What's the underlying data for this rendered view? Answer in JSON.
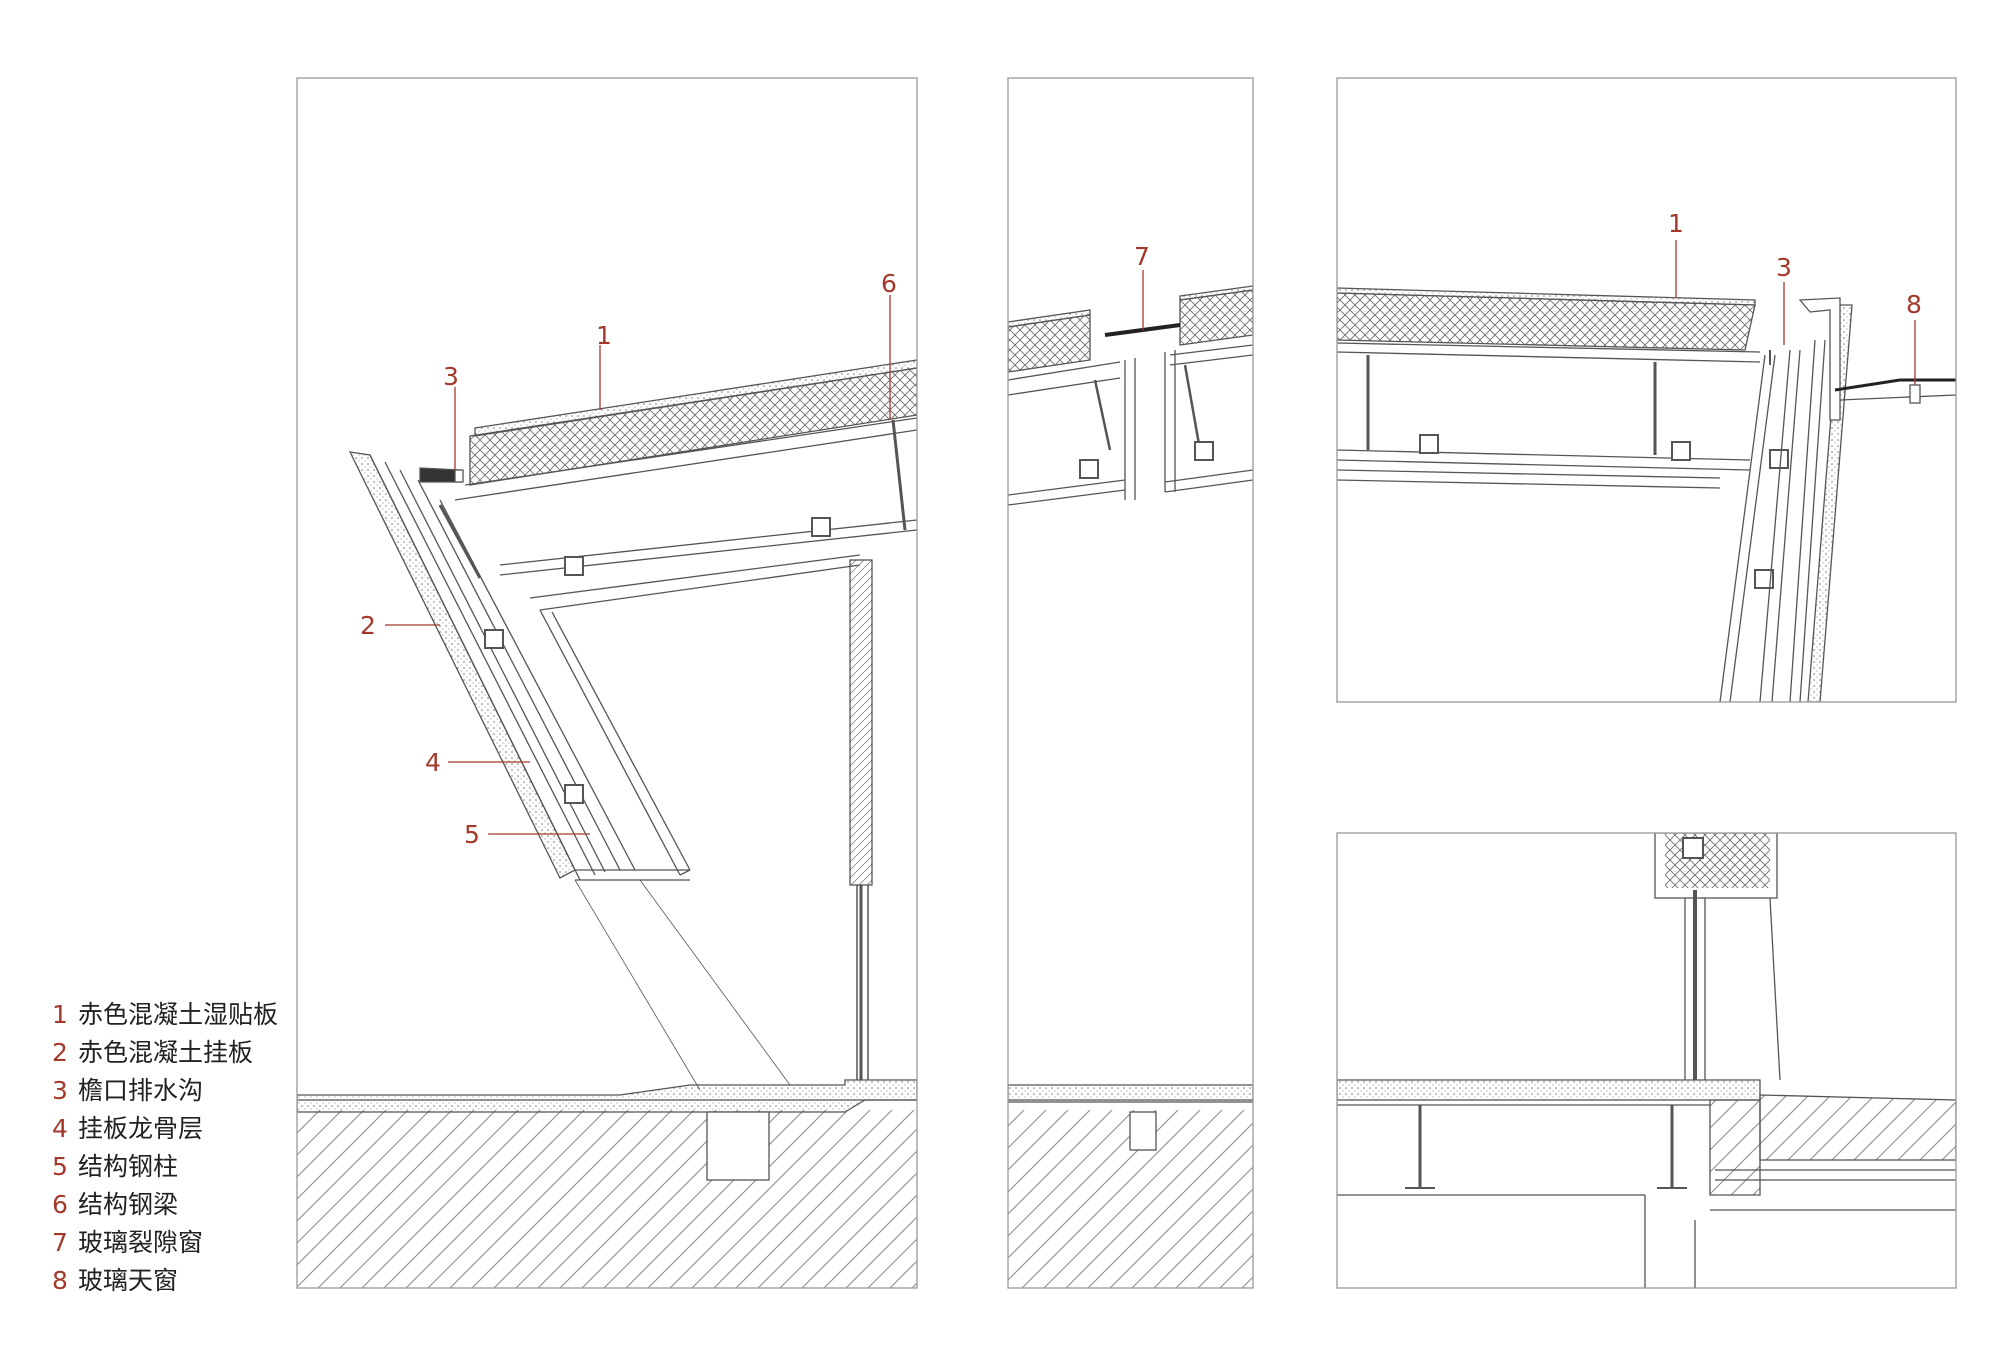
{
  "legend": [
    {
      "num": "1",
      "text": "赤色混凝土湿贴板"
    },
    {
      "num": "2",
      "text": "赤色混凝土挂板"
    },
    {
      "num": "3",
      "text": "檐口排水沟"
    },
    {
      "num": "4",
      "text": "挂板龙骨层"
    },
    {
      "num": "5",
      "text": "结构钢柱"
    },
    {
      "num": "6",
      "text": "结构钢梁"
    },
    {
      "num": "7",
      "text": "玻璃裂隙窗"
    },
    {
      "num": "8",
      "text": "玻璃天窗"
    }
  ],
  "callouts": {
    "panel1": [
      "1",
      "2",
      "3",
      "4",
      "5",
      "6"
    ],
    "panel2": [
      "7"
    ],
    "panel3": [
      "1",
      "3",
      "8"
    ]
  },
  "colors": {
    "accent": "#a3392b",
    "line": "#555555",
    "frame": "#999999"
  }
}
